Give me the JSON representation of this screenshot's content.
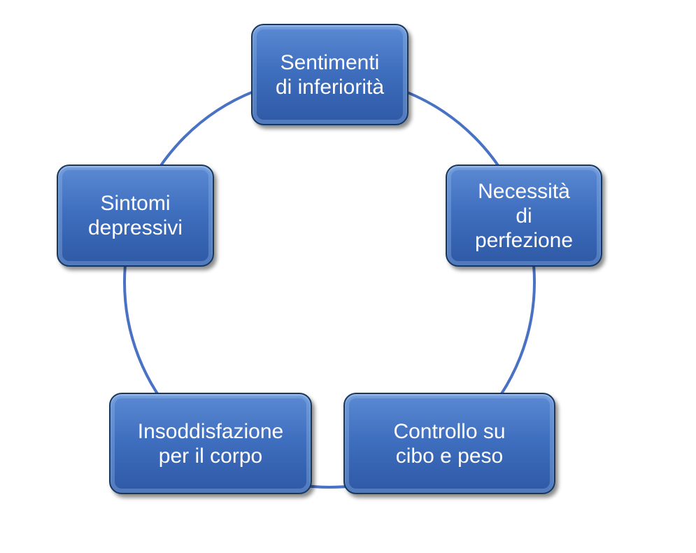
{
  "diagram": {
    "type": "cycle",
    "ring_color": "#4a72c4",
    "box_color": "#3a66b8",
    "text_color": "#ffffff",
    "nodes": [
      {
        "label": "Sentimenti\ndi inferiorità"
      },
      {
        "label": "Necessità\ndi\nperfezione"
      },
      {
        "label": "Controllo su\ncibo e peso"
      },
      {
        "label": "Insoddisfazione\nper il corpo"
      },
      {
        "label": "Sintomi\ndepressivi"
      }
    ]
  }
}
